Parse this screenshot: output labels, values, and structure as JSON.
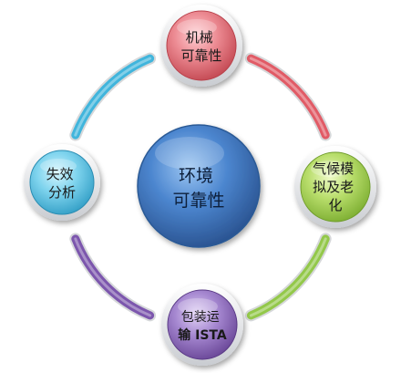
{
  "center": {
    "lines": [
      "环境",
      "可靠性"
    ],
    "color": "#3f78c4"
  },
  "nodes": [
    {
      "id": "mechanical",
      "lines": [
        "机械",
        "可靠性"
      ],
      "color": "#e26e78"
    },
    {
      "id": "climate",
      "lines": [
        "气候模",
        "拟及老",
        "化"
      ],
      "color": "#a6d257"
    },
    {
      "id": "packaging",
      "lines": [
        "包装运",
        "输 ISTA"
      ],
      "color": "#8f6cc0"
    },
    {
      "id": "failure",
      "lines": [
        "失效",
        "分析"
      ],
      "color": "#5cc7e6"
    }
  ],
  "arcs": [
    {
      "from": "mechanical",
      "to": "climate",
      "color": "#e15b66"
    },
    {
      "from": "climate",
      "to": "packaging",
      "color": "#93c84a"
    },
    {
      "from": "packaging",
      "to": "failure",
      "color": "#7c56ad"
    },
    {
      "from": "failure",
      "to": "mechanical",
      "color": "#41b5dc"
    }
  ]
}
